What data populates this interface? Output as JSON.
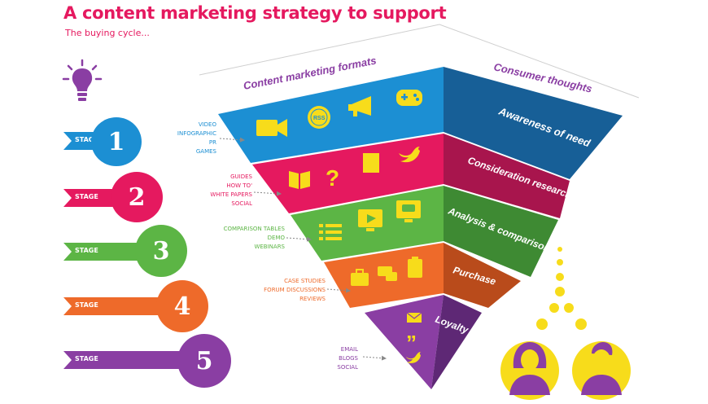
{
  "title": "A content marketing strategy to support",
  "subtitle": "The buying cycle...",
  "header_left": "Content marketing formats",
  "header_right": "Consumer thoughts",
  "icons": {
    "bulb": "lightbulb-icon",
    "people": "person-icon"
  },
  "colors": {
    "pink": "#e5195f",
    "blue": "#1c8fd3",
    "green": "#5cb545",
    "orange": "#ee6a2a",
    "purple": "#8a3ea3",
    "yellow": "#f7dc1b"
  },
  "stages": [
    {
      "label": "STAGE",
      "number": "1",
      "thought": "Awareness of need",
      "formats": [
        "VIDEO",
        "INFOGRAPHIC",
        "PR",
        "GAMES"
      ],
      "color": "#1c8fd3",
      "dark": "#175f97"
    },
    {
      "label": "STAGE",
      "number": "2",
      "thought": "Consideration research",
      "formats": [
        "GUIDES",
        "HOW TO'",
        "WHITE PAPERS",
        "SOCIAL"
      ],
      "color": "#e5195f",
      "dark": "#a8154d"
    },
    {
      "label": "STAGE",
      "number": "3",
      "thought": "Analysis & comparison",
      "formats": [
        "COMPARISON TABLES",
        "DEMO",
        "WEBINARS"
      ],
      "color": "#5cb545",
      "dark": "#3e8a33"
    },
    {
      "label": "STAGE",
      "number": "4",
      "thought": "Purchase",
      "formats": [
        "CASE STUDIES",
        "FORUM DISCUSSIONS",
        "REVIEWS"
      ],
      "color": "#ee6a2a",
      "dark": "#b94b1b"
    },
    {
      "label": "STAGE",
      "number": "5",
      "thought": "Loyalty",
      "formats": [
        "EMAIL",
        "BLOGS",
        "SOCIAL"
      ],
      "color": "#8a3ea3",
      "dark": "#5e2875"
    }
  ],
  "funnel_icons": [
    [
      "video-camera-icon",
      "rss-icon",
      "megaphone-icon",
      "gamepad-icon"
    ],
    [
      "book-icon",
      "question-icon",
      "document-icon",
      "twitter-icon"
    ],
    [
      "list-icon",
      "monitor-play-icon",
      "monitor-chat-icon"
    ],
    [
      "briefcase-icon",
      "chat-bubbles-icon",
      "clipboard-icon"
    ],
    [
      "envelope-icon",
      "quote-icon",
      "twitter-icon"
    ]
  ],
  "rss_label": "RSS"
}
